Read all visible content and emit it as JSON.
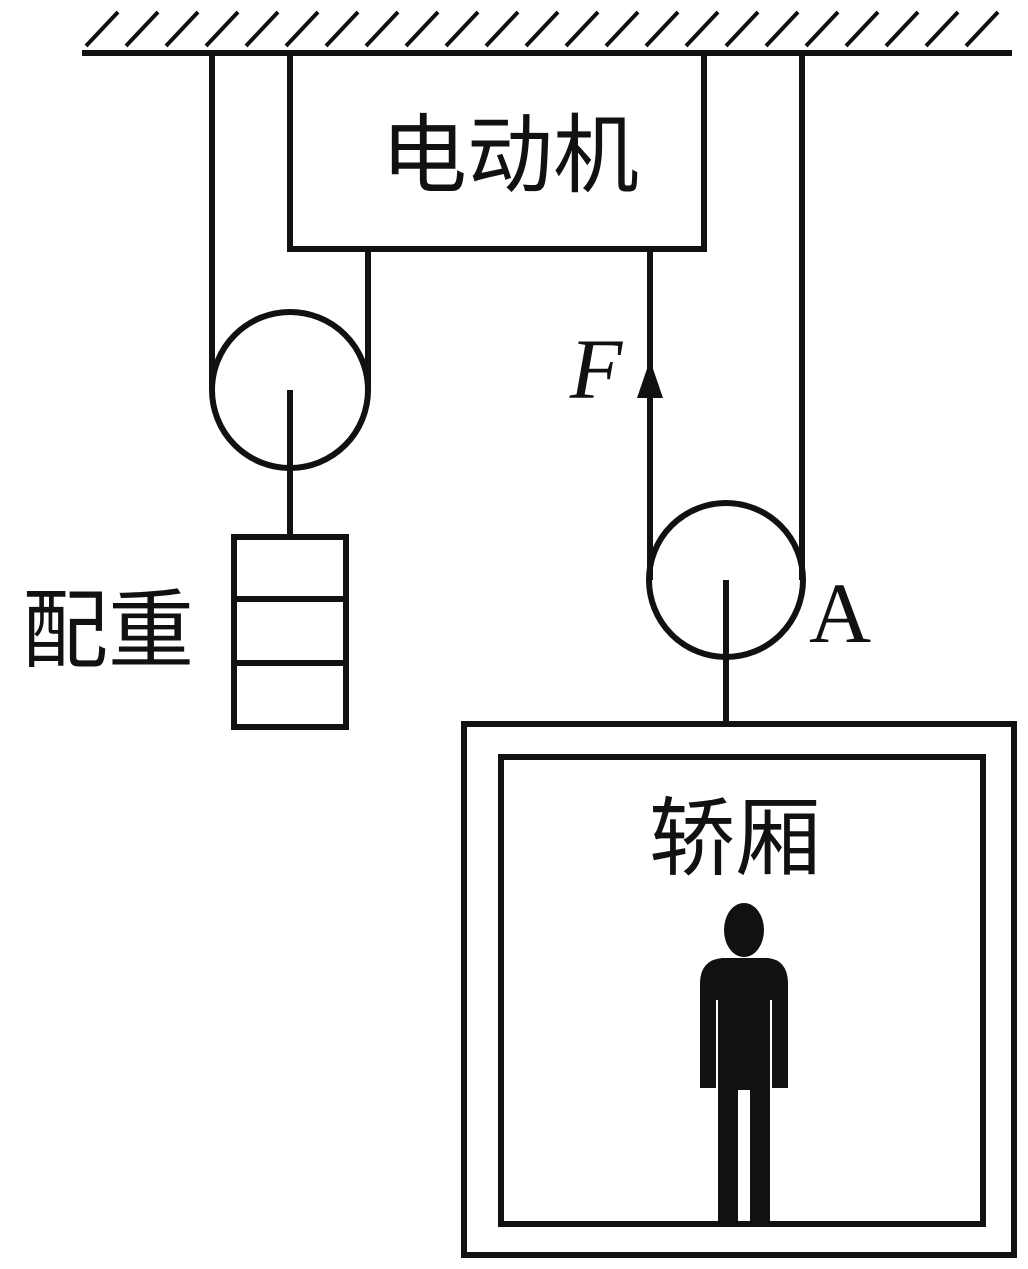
{
  "labels": {
    "motor": "电动机",
    "counterweight": "配重",
    "car": "轿厢",
    "force": "F",
    "point_a": "A"
  },
  "colors": {
    "ink": "#111111",
    "background": "#ffffff"
  },
  "icons": {
    "person": "person-silhouette-icon",
    "force_arrow": "arrow-up-icon"
  }
}
